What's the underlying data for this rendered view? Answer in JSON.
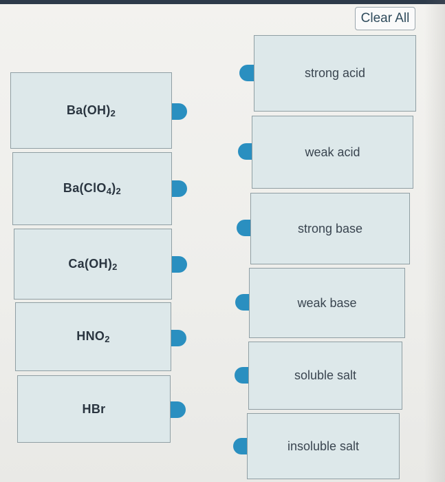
{
  "clear_all_label": "Clear All",
  "accent_color": "#2a8fc0",
  "compounds": [
    {
      "parts": [
        "Ba(OH)",
        "2",
        ""
      ]
    },
    {
      "parts": [
        "Ba(ClO",
        "4",
        ")",
        "2"
      ]
    },
    {
      "parts": [
        "Ca(OH)",
        "2",
        ""
      ]
    },
    {
      "parts": [
        "HNO",
        "2",
        ""
      ]
    },
    {
      "parts": [
        "HBr"
      ]
    }
  ],
  "categories": [
    {
      "label": "strong acid"
    },
    {
      "label": "weak acid"
    },
    {
      "label": "strong base"
    },
    {
      "label": "weak base"
    },
    {
      "label": "soluble salt"
    },
    {
      "label": "insoluble salt"
    }
  ]
}
